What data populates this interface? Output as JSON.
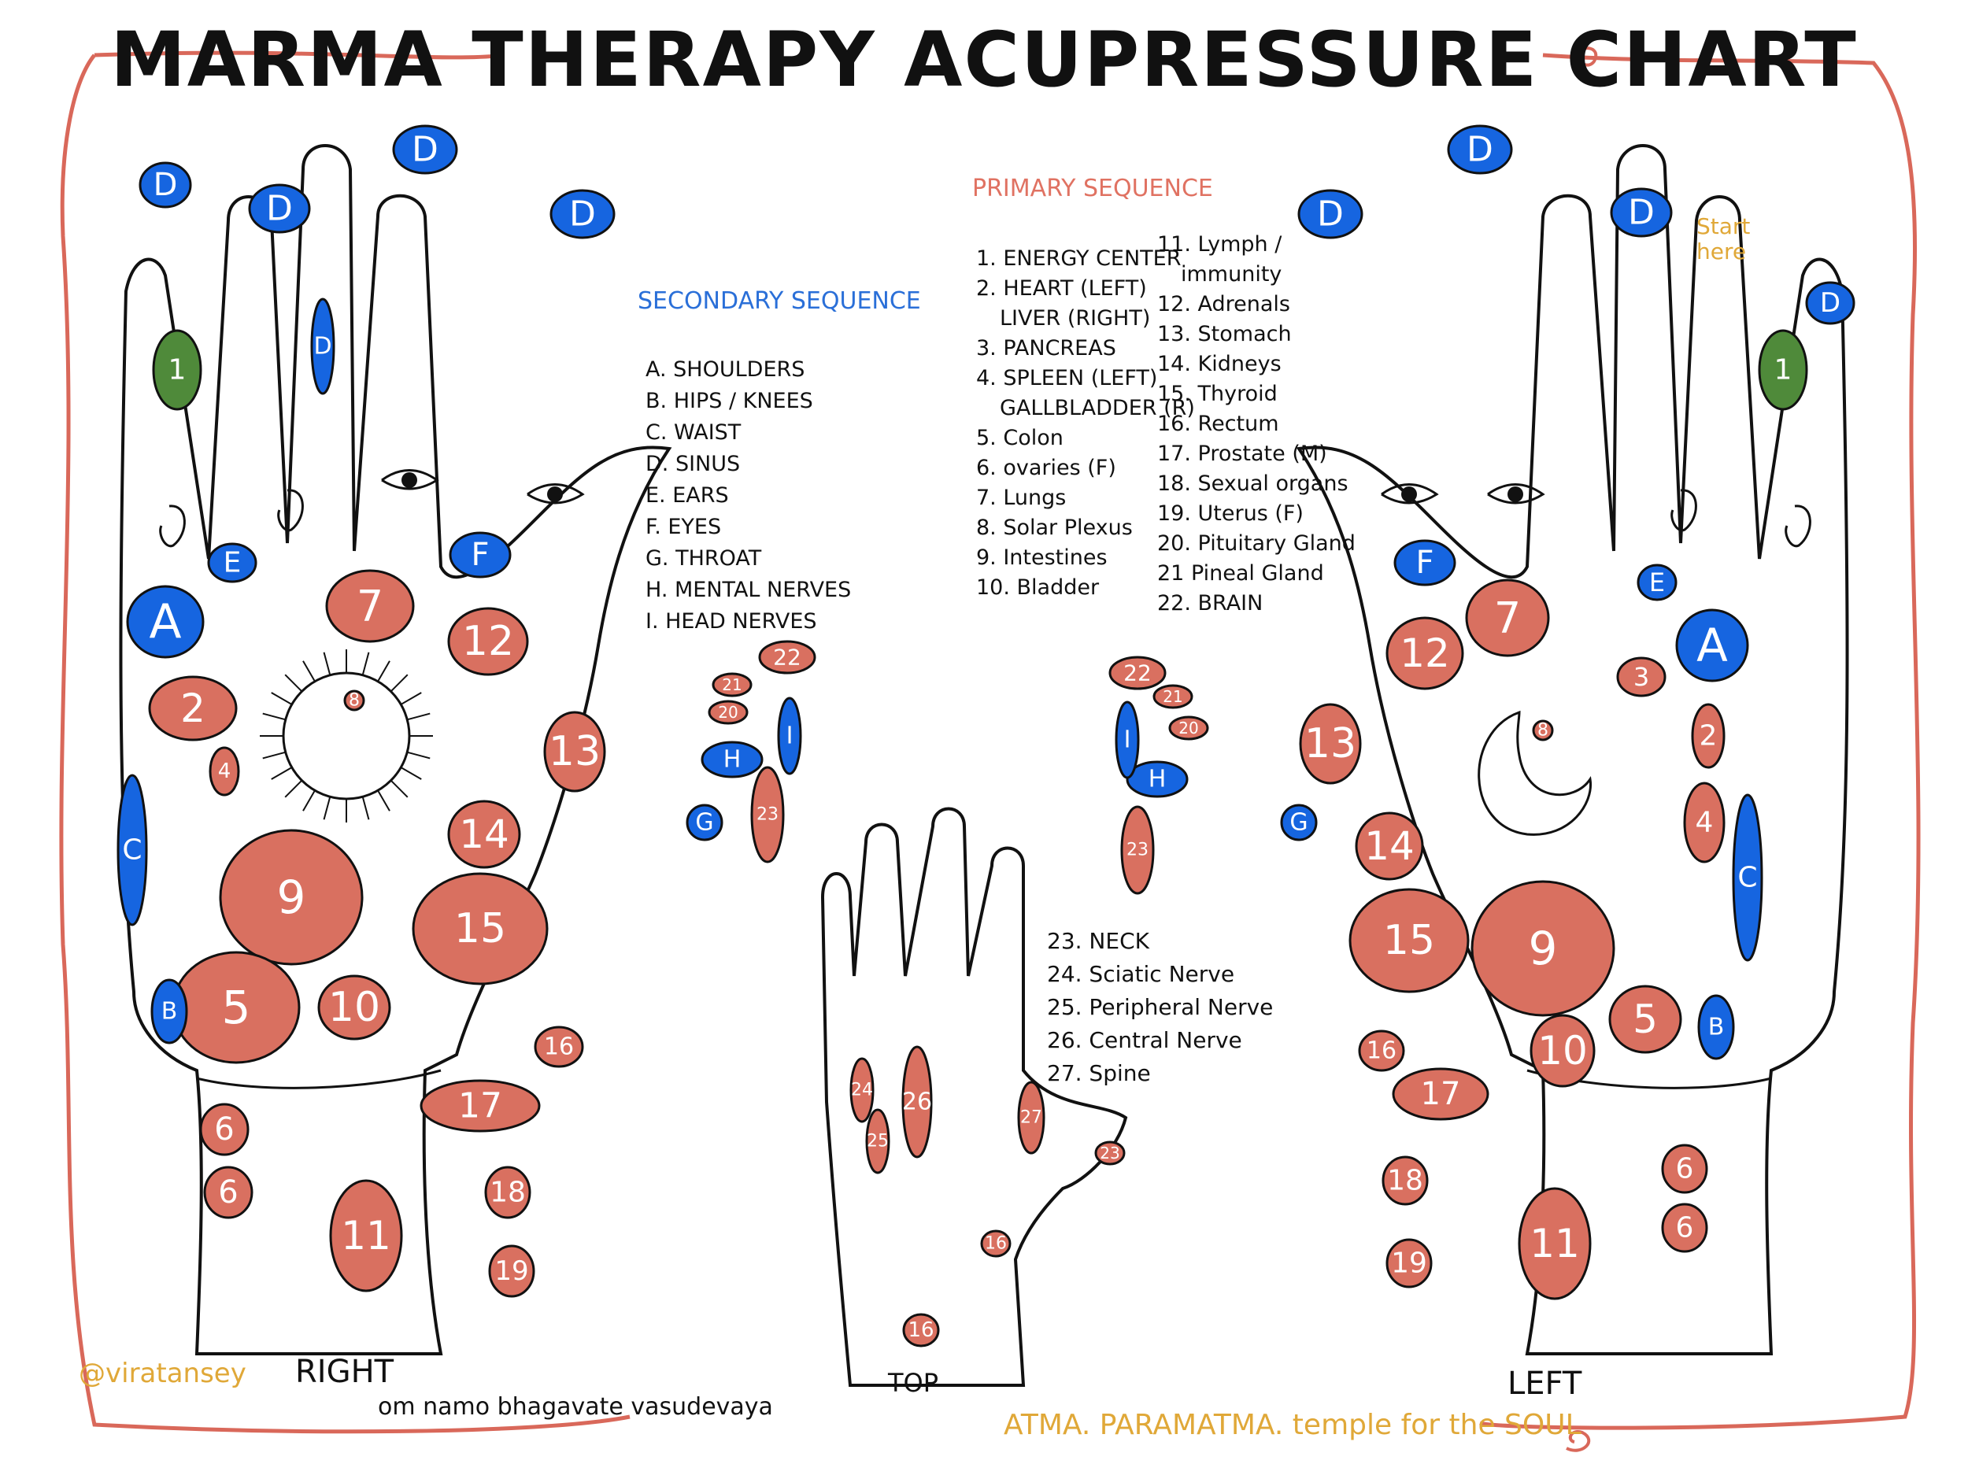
{
  "title": "MARMA THERAPY ACUPRESSURE CHART",
  "primary_sequence": {
    "heading": "PRIMARY SEQUENCE",
    "col1": [
      "1. ENERGY CENTER",
      "2. HEART (LEFT)",
      "LIVER (RIGHT)",
      "3. PANCREAS",
      "4. SPLEEN (LEFT)",
      "GALLBLADDER (R)",
      "5. Colon",
      "6. ovaries (F)",
      "7. Lungs",
      "8. Solar Plexus",
      "9. Intestines",
      "10. Bladder"
    ],
    "col2": [
      "11. Lymph /",
      "immunity",
      "12. Adrenals",
      "13. Stomach",
      "14. Kidneys",
      "15. Thyroid",
      "16. Rectum",
      "17. Prostate (M)",
      "18. Sexual organs",
      "19. Uterus (F)",
      "20. Pituitary Gland",
      "21 Pineal Gland",
      "22. BRAIN"
    ]
  },
  "secondary_sequence": {
    "heading": "SECONDARY SEQUENCE",
    "items": [
      "A. SHOULDERS",
      "B. HIPS / KNEES",
      "C. WAIST",
      "D. SINUS",
      "E. EARS",
      "F. EYES",
      "G. THROAT",
      "H. MENTAL NERVES",
      "I. HEAD NERVES"
    ]
  },
  "top_sequence": {
    "items": [
      "23. NECK",
      "24. Sciatic Nerve",
      "25. Peripheral Nerve",
      "26. Central Nerve",
      "27. Spine"
    ]
  },
  "labels": {
    "right": "RIGHT",
    "left": "LEFT",
    "top": "TOP",
    "start_here": "Start here"
  },
  "footer": {
    "handle": "@viratansey",
    "mantra": "om namo bhagavate vasudevaya",
    "tagline": "ATMA. PARAMATMA. temple for the SOUL"
  },
  "points": {
    "right_hand": [
      "D",
      "D",
      "D",
      "D",
      "D",
      "1",
      "A",
      "E",
      "F",
      "2",
      "4",
      "7",
      "8",
      "12",
      "13",
      "14",
      "9",
      "5",
      "10",
      "15",
      "16",
      "17",
      "6",
      "6",
      "11",
      "18",
      "19",
      "C",
      "B",
      "G",
      "H",
      "I",
      "20",
      "21",
      "22",
      "23"
    ],
    "left_hand": [
      "D",
      "D",
      "D",
      "D",
      "1",
      "F",
      "E",
      "A",
      "3",
      "2",
      "4",
      "7",
      "8",
      "12",
      "13",
      "14",
      "9",
      "15",
      "5",
      "10",
      "16",
      "17",
      "18",
      "19",
      "11",
      "6",
      "6",
      "C",
      "B",
      "G",
      "H",
      "I",
      "20",
      "21",
      "22",
      "23"
    ],
    "top_hand": [
      "24",
      "25",
      "26",
      "27",
      "23",
      "16",
      "16"
    ]
  },
  "colors": {
    "border": "#d9685a",
    "blue": "#1665e0",
    "red": "#d97060",
    "green": "#4f8a3a",
    "gold": "#e0a838",
    "primary_heading": "#e07262",
    "secondary_heading": "#2a6fd8"
  }
}
